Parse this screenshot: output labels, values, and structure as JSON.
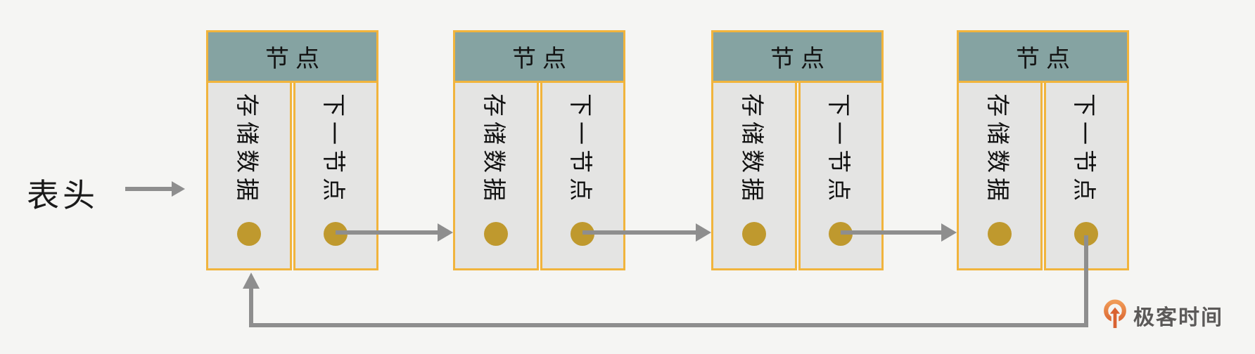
{
  "diagram": {
    "title_meaning": "circular linked list",
    "head_label": "表头",
    "nodes": [
      {
        "header": "节点",
        "cells": [
          {
            "label": "存储数据"
          },
          {
            "label": "下一节点"
          }
        ]
      },
      {
        "header": "节点",
        "cells": [
          {
            "label": "存储数据"
          },
          {
            "label": "下一节点"
          }
        ]
      },
      {
        "header": "节点",
        "cells": [
          {
            "label": "存储数据"
          },
          {
            "label": "下一节点"
          }
        ]
      },
      {
        "header": "节点",
        "cells": [
          {
            "label": "存储数据"
          },
          {
            "label": "下一节点"
          }
        ]
      }
    ],
    "links": {
      "head_to_first_node": true,
      "node_to_node_arrows": 3,
      "last_node_loops_back_to_first": true
    },
    "logo": {
      "text": "极客时间",
      "icon": "geektime-pin-arrow-icon"
    }
  },
  "colors": {
    "background": "#f5f5f3",
    "node_border": "#f1b43d",
    "node_header_bg": "#85a3a2",
    "cell_bg": "#e4e4e3",
    "pointer_dot": "#bf992e",
    "arrow_gray": "#8e8e8e",
    "text_black": "#111111",
    "logo_orange": "#dd6b36",
    "logo_text_gray": "#5b5958"
  }
}
